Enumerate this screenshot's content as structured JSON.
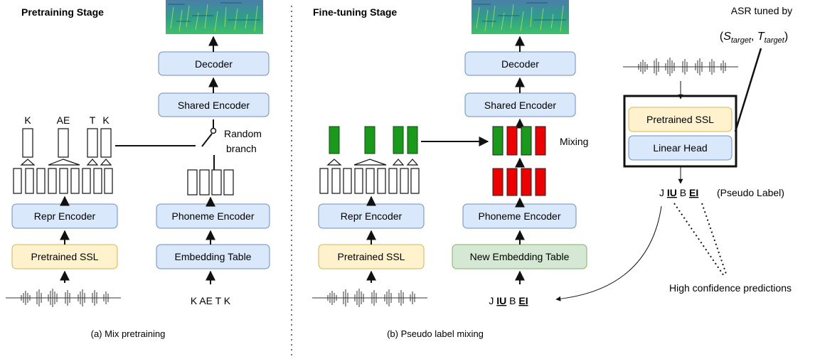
{
  "stages": {
    "pretrain_title": "Pretraining Stage",
    "finetune_title": "Fine-tuning Stage"
  },
  "blocks": {
    "decoder": "Decoder",
    "shared_encoder": "Shared Encoder",
    "repr_encoder": "Repr Encoder",
    "phoneme_encoder": "Phoneme Encoder",
    "pretrained_ssl": "Pretrained SSL",
    "embedding_table": "Embedding Table",
    "new_embedding_table": "New Embedding Table",
    "linear_head": "Linear Head"
  },
  "labels": {
    "phone_labels": [
      "K",
      "AE",
      "T",
      "K"
    ],
    "random_branch_1": "Random",
    "random_branch_2": "branch",
    "phoneme_input": "K AE T K",
    "mixing": "Mixing",
    "asr_tuned_by": "ASR tuned by",
    "asr_tuple": "(S_target, T_target)",
    "pseudo_label_tag": "(Pseudo Label)",
    "pseudo_tokens": [
      "J",
      "IU",
      "B",
      "EI"
    ],
    "high_confidence": "High confidence predictions"
  },
  "captions": {
    "a": "(a) Mix pretraining",
    "b": "(b) Pseudo label mixing"
  },
  "colors": {
    "blue_fill": "#dae8fc",
    "blue_stroke": "#6c8ebf",
    "yellow_fill": "#fff2cc",
    "yellow_stroke": "#d6b656",
    "green_fill": "#d5e8d4",
    "green_stroke": "#82b366",
    "green_bar": "#1a9a1a",
    "red_bar": "#ee0000"
  }
}
